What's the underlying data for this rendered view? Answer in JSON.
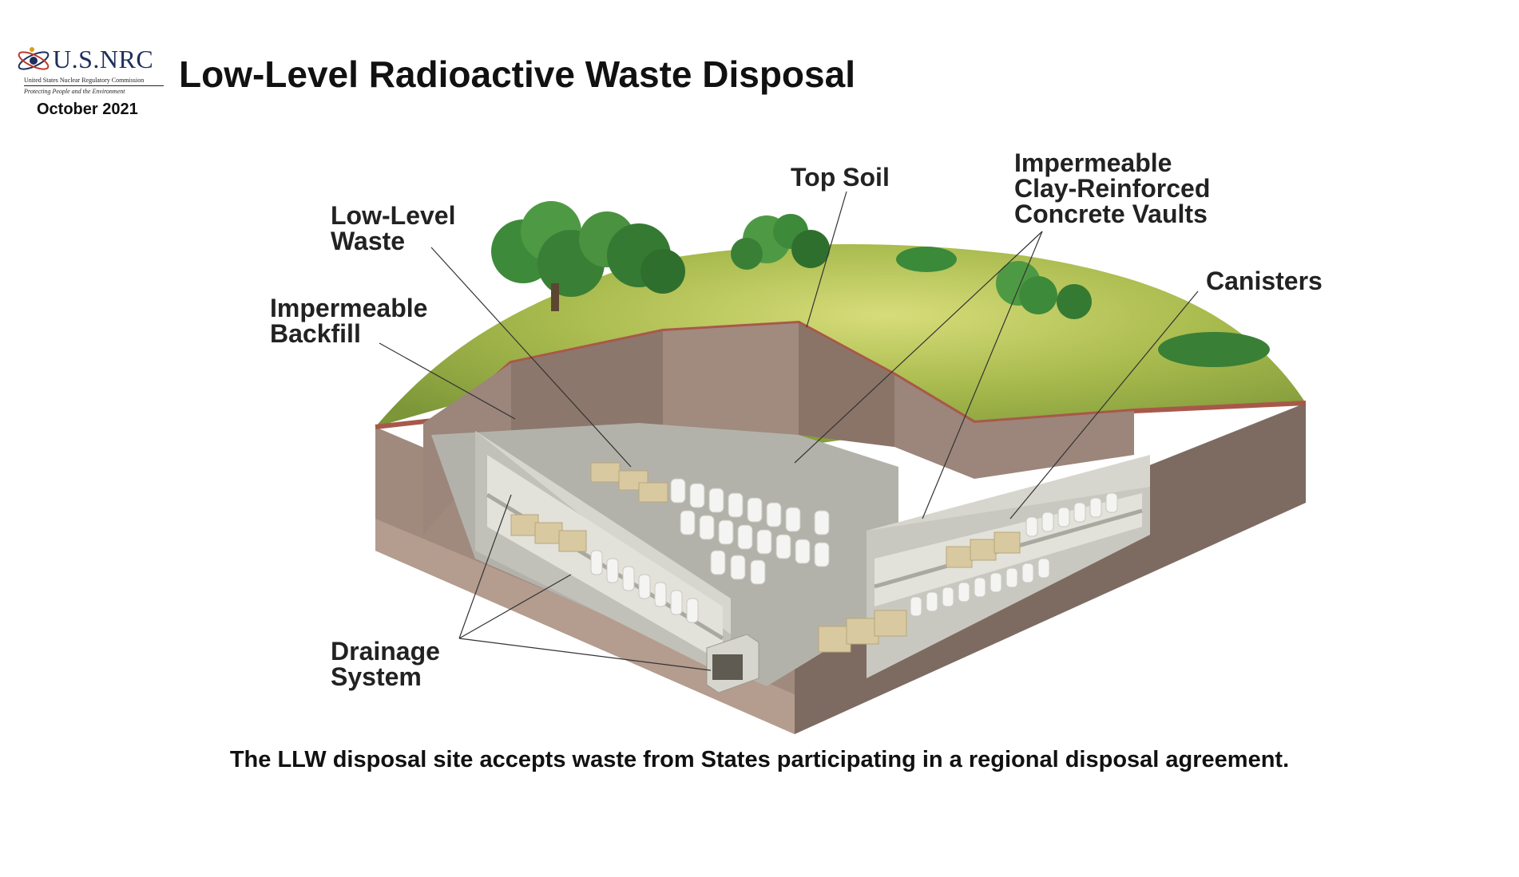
{
  "header": {
    "logo_name": "U.S.NRC",
    "logo_subtitle": "United States Nuclear Regulatory Commission",
    "logo_tagline": "Protecting People and the Environment",
    "date": "October 2021",
    "title": "Low-Level Radioactive Waste Disposal"
  },
  "labels": {
    "low_level_waste": "Low-Level\nWaste",
    "impermeable_backfill": "Impermeable\nBackfill",
    "top_soil": "Top Soil",
    "concrete_vaults": "Impermeable\nClay-Reinforced\nConcrete Vaults",
    "canisters": "Canisters",
    "drainage_system": "Drainage\nSystem"
  },
  "caption": "The LLW disposal site accepts waste from States participating in a regional disposal agreement.",
  "colors": {
    "grass": "#8fa63f",
    "grass_highlight": "#c8d36a",
    "soil_red": "#a8584a",
    "earth": "#a08a7e",
    "earth_dark": "#7d6b62",
    "concrete": "#c9c8c0",
    "canister": "#f4f4f2",
    "box": "#d8c9a0",
    "trees": "#3d8a3a"
  }
}
